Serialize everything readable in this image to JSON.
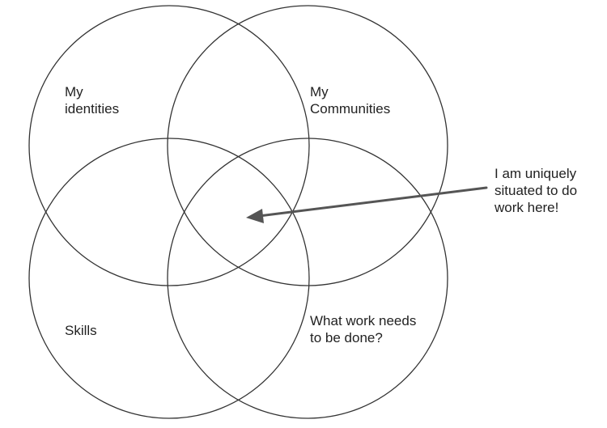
{
  "diagram": {
    "circles": [
      {
        "name": "my-identities",
        "label_lines": [
          "My",
          "identities"
        ]
      },
      {
        "name": "my-communities",
        "label_lines": [
          "My",
          "Communities"
        ]
      },
      {
        "name": "skills",
        "label_lines": [
          "Skills"
        ]
      },
      {
        "name": "what-work-needs-to-be-done",
        "label_lines": [
          "What work needs",
          "to be done?"
        ]
      }
    ],
    "callout": {
      "label_lines": [
        "I am uniquely",
        "situated to do",
        "work here!"
      ]
    },
    "colors": {
      "stroke": "#333333",
      "arrow": "#555555",
      "text": "#222222"
    }
  }
}
